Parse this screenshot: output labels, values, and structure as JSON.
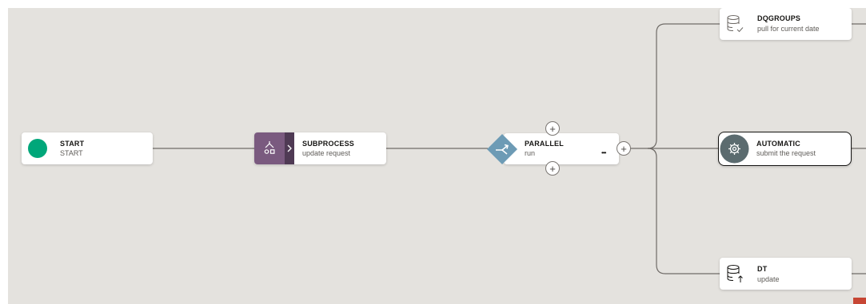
{
  "nodes": {
    "start": {
      "title": "START",
      "subtitle": "START"
    },
    "subprocess": {
      "title": "SUBPROCESS",
      "subtitle": "update request"
    },
    "parallel": {
      "title": "PARALLEL",
      "subtitle": "run",
      "more_label": "•••"
    },
    "dqgroups": {
      "title": "DQGROUPS",
      "subtitle": "pull for current date"
    },
    "automatic": {
      "title": "AUTOMATIC",
      "subtitle": "submit the request"
    },
    "dt": {
      "title": "DT",
      "subtitle": "update"
    }
  },
  "add_label": "+",
  "icons": {
    "start": "start-circle-icon",
    "subprocess": "subprocess-icon",
    "subprocess_expand": "chevron-right-icon",
    "parallel": "parallel-split-icon",
    "dqgroups": "database-check-icon",
    "automatic": "gear-icon",
    "dt": "database-upload-icon"
  },
  "colors": {
    "canvas": "#e4e2de",
    "start": "#00a77a",
    "subprocess": "#7a5a7f",
    "parallel": "#6d9bb5",
    "automatic": "#5b6b6f",
    "line": "#6f6b67",
    "accent": "#c74634"
  }
}
